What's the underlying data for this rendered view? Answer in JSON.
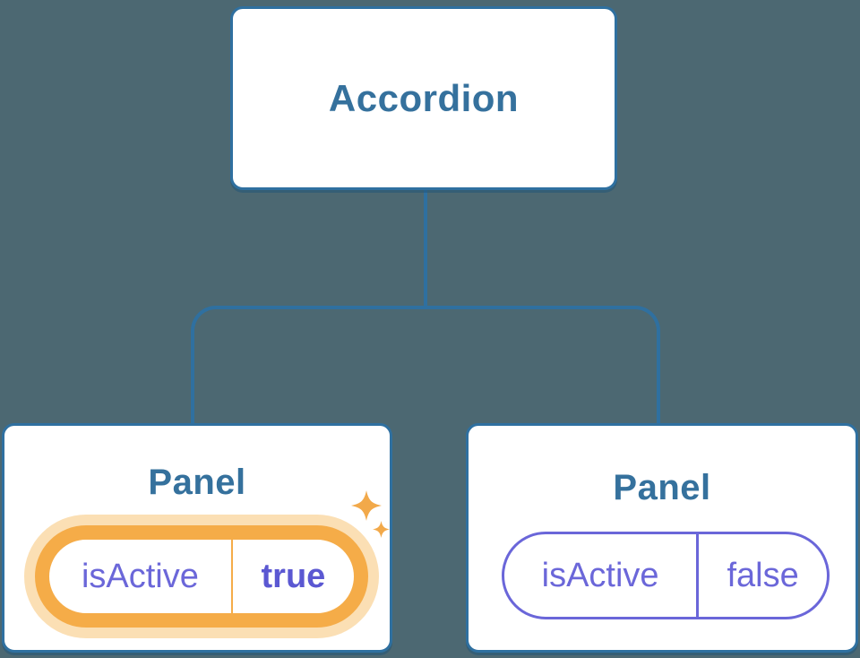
{
  "tree": {
    "root": {
      "label": "Accordion"
    },
    "panels": [
      {
        "title": "Panel",
        "state_key": "isActive",
        "state_value": "true",
        "highlighted": true
      },
      {
        "title": "Panel",
        "state_key": "isActive",
        "state_value": "false",
        "highlighted": false
      }
    ]
  },
  "icons": {
    "sparkles": "two four-point sparkle stars marking the active panel"
  },
  "colors": {
    "background": "#4C6872",
    "node_background": "#FFFFFF",
    "node_border": "#2F70A0",
    "node_title": "#35719D",
    "connector_line": "#2F70A0",
    "state_text": "#6B67D9",
    "state_value_active": "#5B58D2",
    "highlight_border": "#F5AC48",
    "highlight_glow": "#FBDFB4",
    "sparkle": "#F2A94A"
  }
}
